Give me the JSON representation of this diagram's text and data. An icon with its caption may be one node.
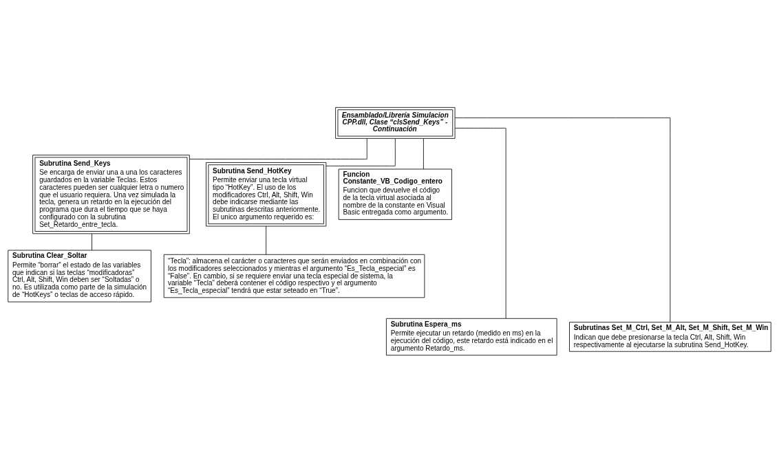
{
  "diagram": {
    "nodes": [
      {
        "text": [
          "Ensamblado/Librería Simulacion CPP.dll, Clase “clsSend_Keys” - Continuación"
        ]
      },
      {
        "text": [
          "Subrutina Send_Keys",
          "Se encarga de enviar una a una los caracteres guardados en la variable Teclas. Estos caracteres pueden ser cualquier letra o numero que el usuario requiera. Una vez simulada la tecla, genera un retardo en la ejecución del programa que dura el tiempo que se haya configurado con la subrutina Set_Retardo_entre_tecla."
        ]
      },
      {
        "text": [
          "Subrutina Clear_Soltar",
          "Permite “borrar” el estado de las variables que indican si las teclas “modificadoras” Ctrl, Alt, Shift, Win deben ser “Soltadas” o no. Es utilizada como parte de la simulación de “HotKeys” o teclas de acceso rápido."
        ]
      },
      {
        "text": [
          "Subrutina Send_HotKey",
          "Permite enviar una tecla virtual tipo “HotKey”. El uso de los modificadores Ctrl, Alt, Shift, Win debe indicarse mediante las subrutinas descritas anteriormente. El unico argumento requerido es:"
        ]
      },
      {
        "text": [
          "Funcion Constante_VB_Codigo_entero",
          "Funcion que devuelve el código de la tecla virtual asociada al nombre de la constante en Visual Basic entregada como argumento."
        ]
      },
      {
        "text": [
          "“Tecla”: almacena el carácter o caracteres que serán enviados en combinación con los modificadores seleccionados y mientras el argumento “Es_Tecla_especial” es “False”. En cambio, si se requiere enviar una tecla especial de sistema, la variable “Tecla” deberá contener el código respectivo y el argumento “Es_Tecla_especial” tendrá que estar seteado en “True”."
        ]
      },
      {
        "text": [
          "Subrutina Espera_ms",
          "Permite ejecutar un retardo (medido en ms) en la ejecución del código, este retardo está indicado en el argumento Retardo_ms."
        ]
      },
      {
        "text": [
          "Subrutinas Set_M_Ctrl, Set_M_Alt, Set_M_Shift, Set_M_Win",
          "Indican que debe presionarse la tecla Ctrl, Alt, Shift, Win respectivamente al ejecutarse la subrutina Send_HotKey."
        ]
      }
    ],
    "edges": [
      {
        "from": 0,
        "to": 1,
        "arrow": "none"
      },
      {
        "from": 0,
        "to": 3,
        "arrow": "none"
      },
      {
        "from": 0,
        "to": 4,
        "arrow": "none"
      },
      {
        "from": 1,
        "to": 2,
        "arrow": "none"
      },
      {
        "from": 3,
        "to": 5,
        "arrow": "none"
      },
      {
        "from": 0,
        "to": 6,
        "arrow": "none"
      },
      {
        "from": 0,
        "to": 7,
        "arrow": "none"
      }
    ]
  }
}
